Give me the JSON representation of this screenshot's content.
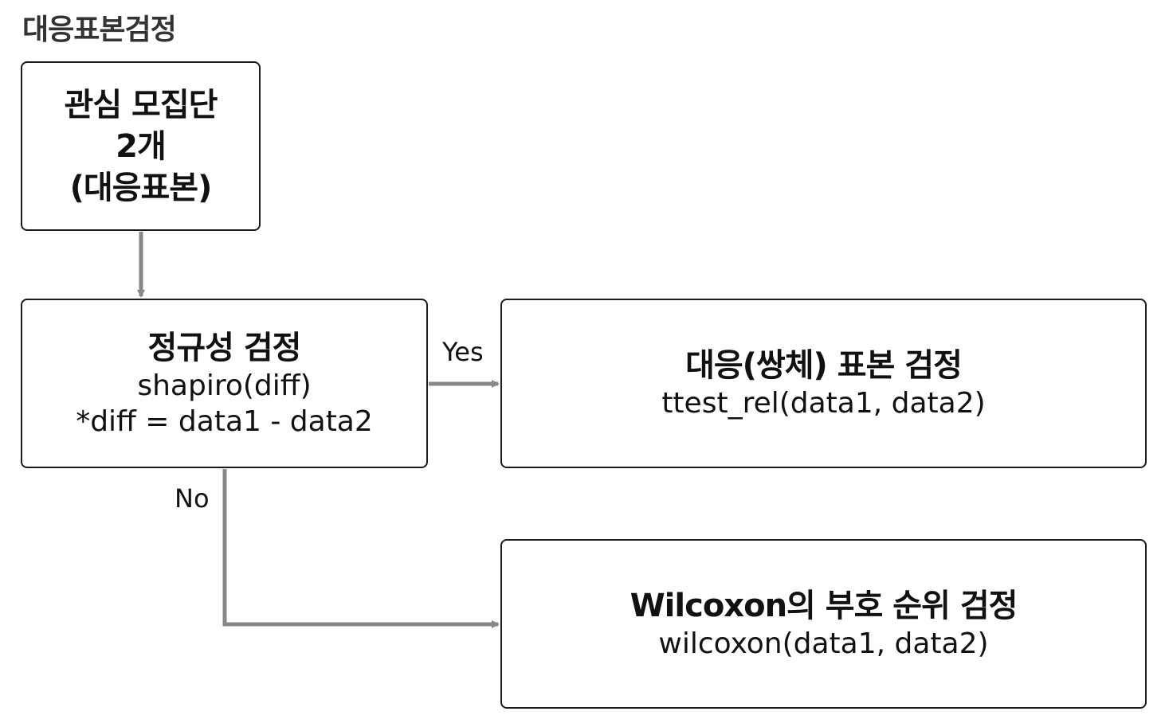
{
  "title": "대응표본검정",
  "nodes": {
    "population": {
      "lines": [
        "관심 모집단",
        "2개",
        "(대응표본)"
      ]
    },
    "normality": {
      "title": "정규성 검정",
      "function": "shapiro(diff)",
      "note": "*diff = data1 - data2"
    },
    "paired": {
      "title": "대응(쌍체) 표본 검정",
      "function": "ttest_rel(data1, data2)"
    },
    "wilcoxon": {
      "title": "Wilcoxon의 부호 순위 검정",
      "function": "wilcoxon(data1, data2)"
    }
  },
  "edges": {
    "yes_label": "Yes",
    "no_label": "No"
  },
  "colors": {
    "box_border": "#1a1a1a",
    "connector": "#888888",
    "title_text": "#333333"
  }
}
